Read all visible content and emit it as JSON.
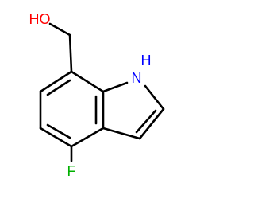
{
  "molecule": {
    "atoms": {
      "oh": "HO",
      "nh": "H",
      "n": "N",
      "f": "F"
    },
    "colors": {
      "bond": "#000000",
      "oxygen": "#ff0000",
      "nitrogen": "#0000ff",
      "fluorine": "#00b000"
    }
  }
}
